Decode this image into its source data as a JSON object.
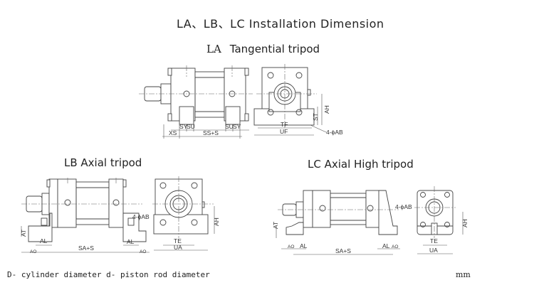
{
  "title": "LA、LB、LC  Installation Dimension",
  "la": {
    "code": "LA",
    "name": "Tangential tripod",
    "dims": {
      "xs": "XS",
      "sy": "SY",
      "su": "SU",
      "ss": "SS+S",
      "su2": "SU",
      "sy2": "SY",
      "tf": "TF",
      "uf": "UF",
      "st": "ST",
      "ah": "AH",
      "hole": "4-ϕAB"
    }
  },
  "lb": {
    "label": "LB  Axial tripod",
    "dims": {
      "at": "AT",
      "al": "AL",
      "ao": "AO",
      "sa": "SA+S",
      "al2": "AL",
      "ao2": "AO",
      "te": "TE",
      "ua": "UA",
      "ah": "AH",
      "hole": "4-ϕAB"
    }
  },
  "lc": {
    "label": "LC Axial High tripod",
    "dims": {
      "at": "AT",
      "ao": "AO",
      "al": "AL",
      "sa": "SA+S",
      "al2": "AL",
      "ao2": "AO",
      "te": "TE",
      "ua": "UA",
      "ah": "AH",
      "hole": "4-ϕAB"
    }
  },
  "footer": {
    "note": "D- cylinder diameter  d- piston rod diameter",
    "unit": "mm"
  }
}
